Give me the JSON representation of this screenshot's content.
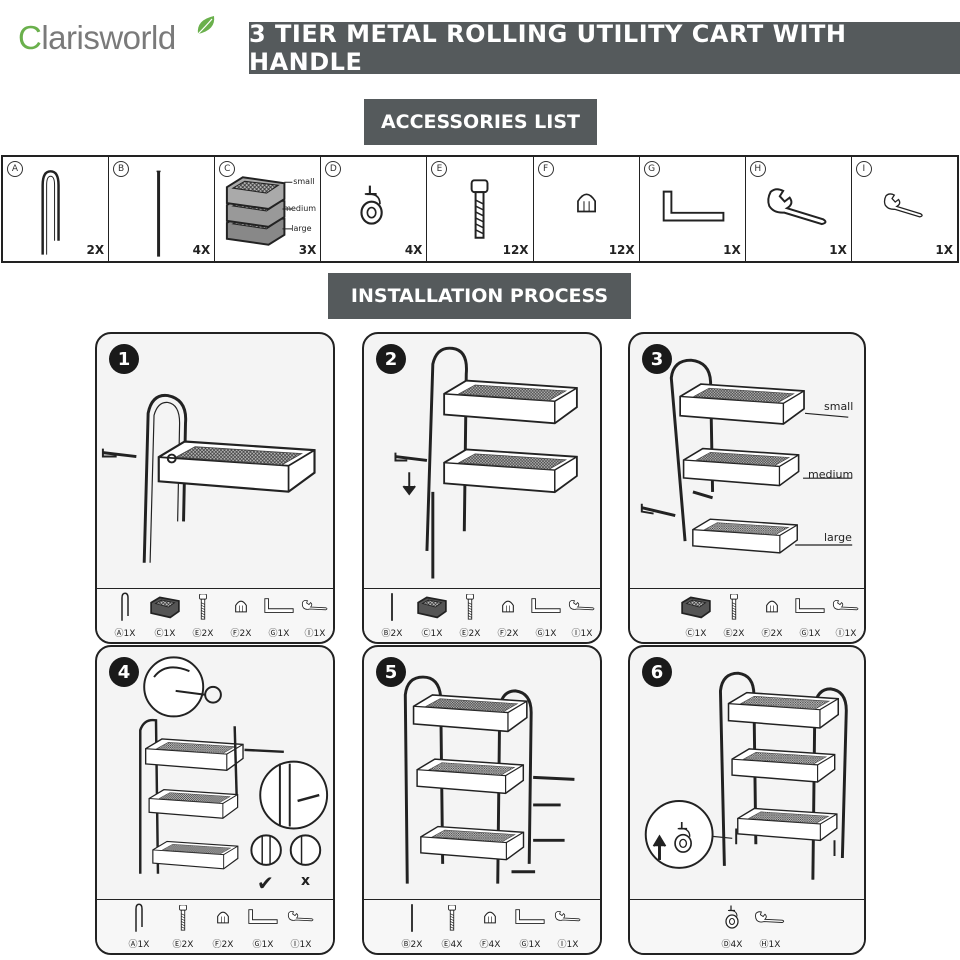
{
  "brand": {
    "logo_first": "C",
    "logo_rest": "larisworld",
    "logo_color": "#6ab04c"
  },
  "title": "3 TIER METAL ROLLING UTILITY CART WITH HANDLE",
  "accessories_heading": "ACCESSORIES LIST",
  "installation_heading": "INSTALLATION PROCESS",
  "accent_colors": {
    "banner": "#555a5c",
    "outline": "#222222"
  },
  "accessories": [
    {
      "letter": "A",
      "qty": "2X",
      "icon": "u-handle-icon"
    },
    {
      "letter": "B",
      "qty": "4X",
      "icon": "pole-icon"
    },
    {
      "letter": "C",
      "qty": "3X",
      "icon": "basket-trays-icon",
      "sizes": [
        "small",
        "medium",
        "large"
      ]
    },
    {
      "letter": "D",
      "qty": "4X",
      "icon": "caster-wheel-icon"
    },
    {
      "letter": "E",
      "qty": "12X",
      "icon": "screw-icon"
    },
    {
      "letter": "F",
      "qty": "12X",
      "icon": "cap-nut-icon"
    },
    {
      "letter": "G",
      "qty": "1X",
      "icon": "hex-key-icon"
    },
    {
      "letter": "H",
      "qty": "1X",
      "icon": "wrench-large-icon"
    },
    {
      "letter": "I",
      "qty": "1X",
      "icon": "wrench-small-icon"
    }
  ],
  "steps": [
    {
      "number": "1",
      "parts": [
        "Ⓐ1X",
        "Ⓒ1X",
        "Ⓔ2X",
        "Ⓕ2X",
        "Ⓖ1X",
        "Ⓘ1X"
      ]
    },
    {
      "number": "2",
      "parts": [
        "Ⓑ2X",
        "Ⓒ1X",
        "Ⓔ2X",
        "Ⓕ2X",
        "Ⓖ1X",
        "Ⓘ1X"
      ]
    },
    {
      "number": "3",
      "parts": [
        "Ⓒ1X",
        "Ⓔ2X",
        "Ⓕ2X",
        "Ⓖ1X",
        "Ⓘ1X"
      ],
      "labels": [
        "small",
        "medium",
        "large"
      ]
    },
    {
      "number": "4",
      "parts": [
        "Ⓐ1X",
        "Ⓔ2X",
        "Ⓕ2X",
        "Ⓖ1X",
        "Ⓘ1X"
      ],
      "marks": [
        "✔",
        "x"
      ]
    },
    {
      "number": "5",
      "parts": [
        "Ⓑ2X",
        "Ⓔ4X",
        "Ⓕ4X",
        "Ⓖ1X",
        "Ⓘ1X"
      ]
    },
    {
      "number": "6",
      "parts": [
        "Ⓓ4X",
        "Ⓗ1X"
      ]
    }
  ]
}
